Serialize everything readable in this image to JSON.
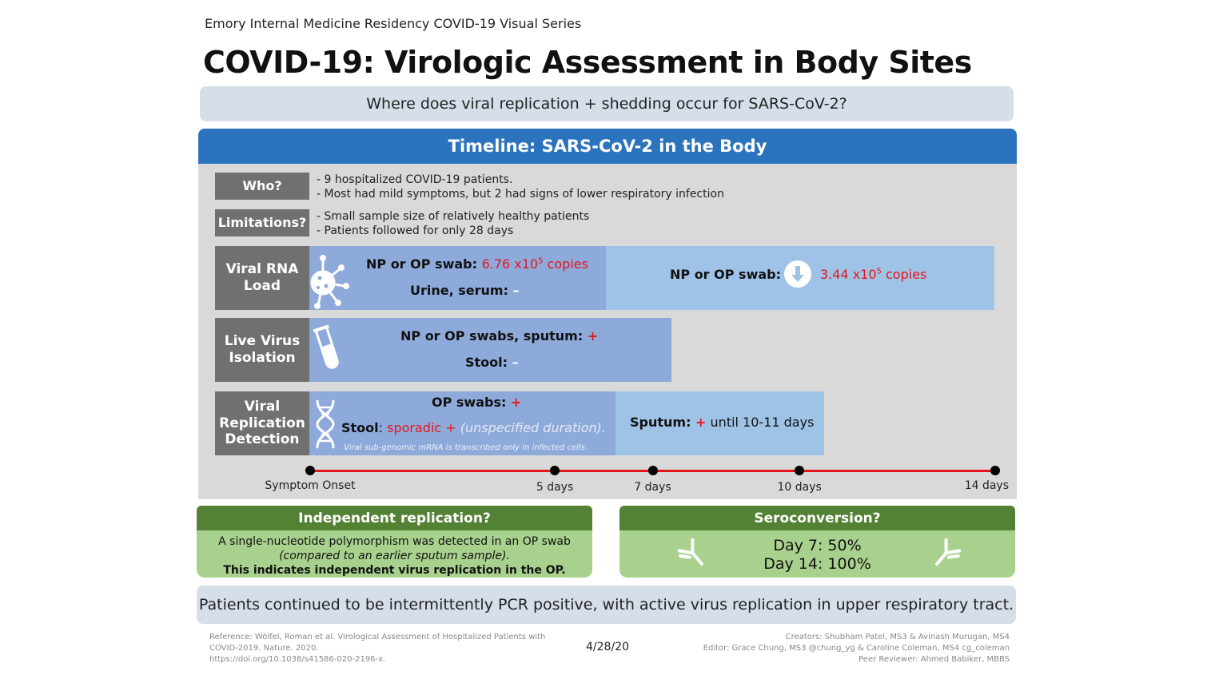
{
  "header": {
    "series": "Emory Internal Medicine Residency COVID-19 Visual Series",
    "title": "COVID-19: Virologic Assessment in Body Sites",
    "question": "Where does viral replication + shedding occur for SARS-CoV-2?"
  },
  "timeline": {
    "title": "Timeline: SARS-CoV-2 in the Body",
    "who": {
      "label": "Who?",
      "lines": [
        "- 9 hospitalized COVID-19 patients.",
        "- Most had mild symptoms, but 2 had signs of lower respiratory infection"
      ]
    },
    "limitations": {
      "label": "Limitations?",
      "lines": [
        "- Small sample size of relatively healthy patients",
        "- Patients followed for only 28 days"
      ]
    },
    "rna": {
      "label_1": "Viral RNA",
      "label_2": "Load",
      "swab_label": "NP or OP swab",
      "swab_value": "6.76 x10",
      "swab_exp": "5",
      "swab_unit": " copies",
      "urine_label": "Urine, serum",
      "urine_value": "–",
      "later_label": "NP or OP swab",
      "later_value": "3.44 x10",
      "later_exp": "5",
      "later_unit": " copies"
    },
    "live": {
      "label_1": "Live Virus",
      "label_2": "Isolation",
      "swab_label": "NP or OP swabs, sputum",
      "swab_value": "+",
      "stool_label": "Stool",
      "stool_value": "–"
    },
    "replication": {
      "label_1": "Viral",
      "label_2": "Replication",
      "label_3": "Detection",
      "op_label": "OP swabs",
      "op_value": "+",
      "stool_label": "Stool",
      "stool_value": "sporadic +",
      "stool_note": " (unspecified duration).",
      "mrna_note": "Viral sub-genomic mRNA is transcribed only in infected cells.",
      "sputum_label": "Sputum",
      "sputum_plus": "+",
      "sputum_text": " until 10-11 days"
    },
    "axis": {
      "ticks": [
        {
          "label": "Symptom Onset",
          "day": 0
        },
        {
          "label": "5 days",
          "day": 5
        },
        {
          "label": "7 days",
          "day": 7
        },
        {
          "label": "10 days",
          "day": 10
        },
        {
          "label": "14 days",
          "day": 14
        }
      ],
      "line_color": "#e8141a"
    }
  },
  "independent": {
    "title": "Independent replication?",
    "line_1": "A single-nucleotide polymorphism was detected in an OP swab",
    "line_2": "(compared to an earlier sputum sample).",
    "line_3": "This indicates independent virus replication in the OP."
  },
  "seroconversion": {
    "title": "Seroconversion?",
    "day7": "Day 7: 50%",
    "day14": "Day 14: 100%"
  },
  "conclusion": "Patients continued to be intermittently PCR positive, with active virus replication in upper respiratory tract.",
  "footer": {
    "reference_1": "Reference: Wölfel, Roman et al. Virological Assessment of Hospitalized Patients with",
    "reference_2": "COVID-2019. Nature. 2020.",
    "reference_3": "https://doi.org/10.1038/s41586-020-2196-x.",
    "date": "4/28/20",
    "creators": "Creators: Shubham Patel, MS3 & Avinash Murugan, MS4",
    "editor": "Editor: Grace Chung, MS3 @chung_yg & Caroline Coleman, MS4 cg_coleman",
    "reviewer": "Peer Reviewer: Ahmed Babiker, MBBS"
  },
  "colors": {
    "blue_header": "#2b74bd",
    "bar_dark": "#8eaadb",
    "bar_light": "#9fc3e7",
    "green_header": "#548235",
    "green_body": "#a9d18e",
    "label_grey": "#707070"
  },
  "icons": [
    "virus-icon",
    "arrow-down-circle-icon",
    "test-tube-icon",
    "dna-icon",
    "antibody-icon"
  ]
}
